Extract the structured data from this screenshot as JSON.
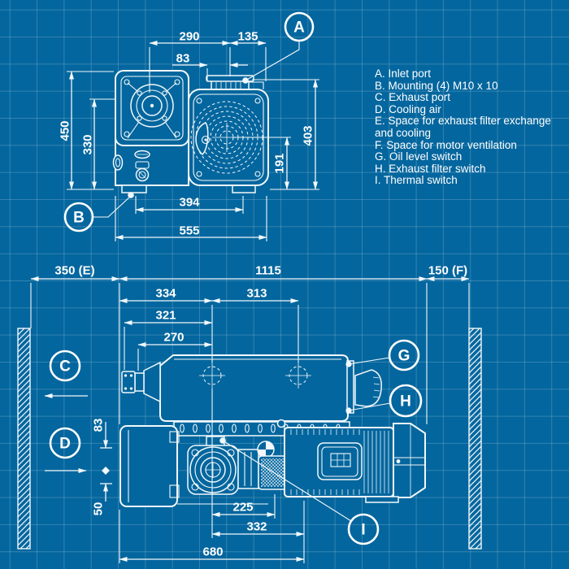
{
  "colors": {
    "background": "#04669E",
    "grid_line": "#3583B1",
    "drawing_line": "#F2F8FB",
    "text": "#FFFFFF"
  },
  "legend": {
    "items": [
      "A. Inlet port",
      "B. Mounting (4) M10 x 10",
      "C. Exhaust port",
      "D. Cooling air",
      "E. Space for exhaust filter exchange and cooling",
      "F. Space for motor ventilation",
      "G. Oil level switch",
      "H. Exhaust filter switch",
      "I. Thermal switch"
    ]
  },
  "front": {
    "dims": {
      "w290": "290",
      "w135": "135",
      "w83": "83",
      "h450": "450",
      "h330": "330",
      "h403": "403",
      "h191": "191",
      "w394": "394",
      "w555": "555"
    },
    "callouts": {
      "a": "A",
      "b": "B"
    }
  },
  "side": {
    "dims": {
      "e350": "350 (E)",
      "w1115": "1115",
      "f150": "150 (F)",
      "w334": "334",
      "w313": "313",
      "w321": "321",
      "w270": "270",
      "h83": "83",
      "h50": "50",
      "w225": "225",
      "w332": "332",
      "w680": "680"
    },
    "callouts": {
      "c": "C",
      "d": "D",
      "g": "G",
      "h": "H",
      "i": "I"
    }
  }
}
